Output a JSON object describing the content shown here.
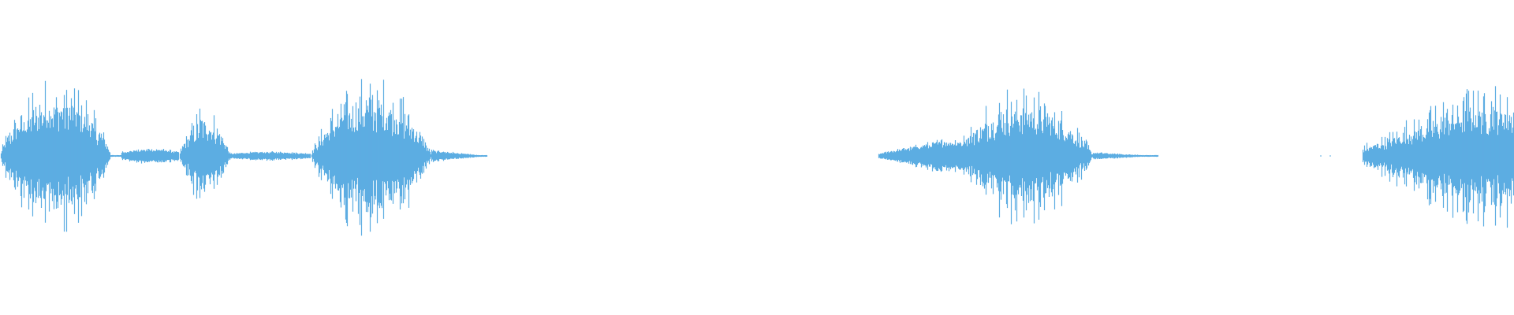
{
  "waveform": {
    "color": "#5dade2",
    "background": "#ffffff",
    "bursts": [
      {
        "start": 0.0,
        "end": 0.08,
        "peak": 0.97,
        "shape": "attack"
      },
      {
        "start": 0.08,
        "end": 0.118,
        "peak": 0.1,
        "shape": "flat"
      },
      {
        "start": 0.118,
        "end": 0.152,
        "peak": 0.6,
        "shape": "burst"
      },
      {
        "start": 0.152,
        "end": 0.205,
        "peak": 0.06,
        "shape": "flat"
      },
      {
        "start": 0.205,
        "end": 0.285,
        "peak": 1.0,
        "shape": "burst"
      },
      {
        "start": 0.285,
        "end": 0.322,
        "peak": 0.08,
        "shape": "tail"
      },
      {
        "start": 0.58,
        "end": 0.64,
        "peak": 0.22,
        "shape": "rise"
      },
      {
        "start": 0.63,
        "end": 0.722,
        "peak": 0.85,
        "shape": "burst"
      },
      {
        "start": 0.722,
        "end": 0.765,
        "peak": 0.05,
        "shape": "tail"
      },
      {
        "start": 0.9,
        "end": 1.0,
        "peak": 0.88,
        "shape": "rise"
      }
    ],
    "dots": [
      0.305,
      0.311,
      0.318,
      0.872,
      0.878
    ]
  }
}
